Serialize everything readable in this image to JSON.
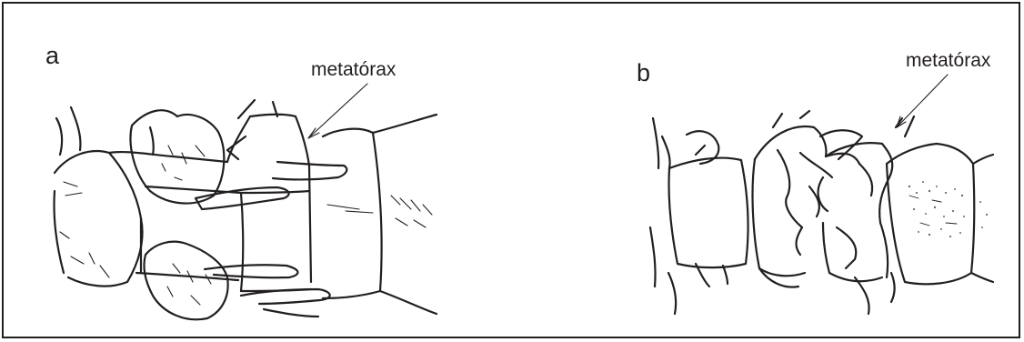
{
  "figure": {
    "panels": [
      {
        "letter": "a",
        "callout": "metatórax"
      },
      {
        "letter": "b",
        "callout": "metatórax"
      }
    ],
    "colors": {
      "ink": "#231f20",
      "background": "#ffffff"
    }
  }
}
